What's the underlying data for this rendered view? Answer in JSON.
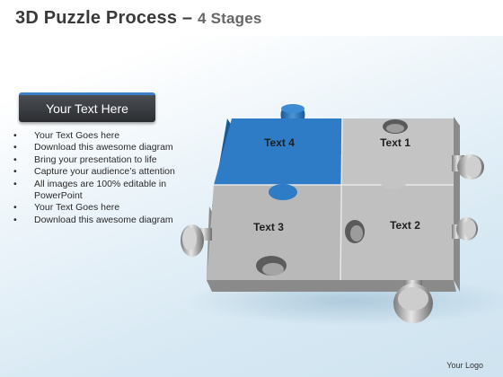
{
  "title": {
    "main": "3D Puzzle Process",
    "dash": " – ",
    "sub": "4 Stages"
  },
  "sidebar": {
    "header": "Your Text Here",
    "bullets": [
      "Your Text Goes here",
      "Download this awesome diagram",
      "Bring your presentation to life",
      "Capture your audience’s attention",
      "All images are 100% editable in PowerPoint",
      "Your Text Goes here",
      "Download this awesome diagram"
    ]
  },
  "puzzle": {
    "pieces": [
      {
        "label": "Text 4",
        "color": "#2f7cc6"
      },
      {
        "label": "Text 1",
        "color": "#c4c4c4"
      },
      {
        "label": "Text 3",
        "color": "#b9b9b9"
      },
      {
        "label": "Text 2",
        "color": "#c0c0c0"
      }
    ],
    "side_color": "#8a8a8a",
    "blue_side_color": "#1a5a96"
  },
  "footer": {
    "logo": "Your Logo"
  }
}
